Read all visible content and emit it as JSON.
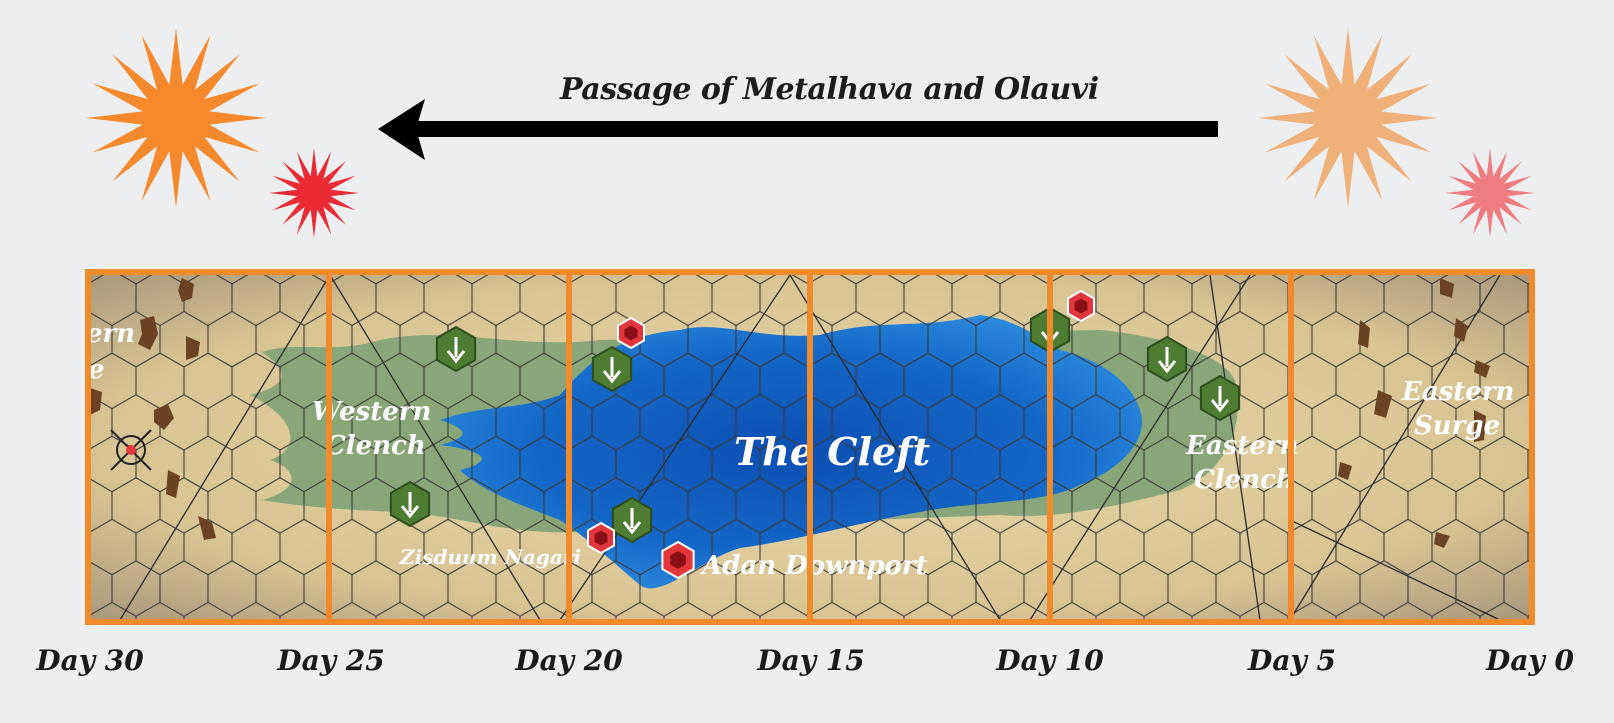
{
  "header": {
    "title": "Passage of Metalhava and Olauvi",
    "direction_arrow": "arrow-left-icon"
  },
  "suns": [
    {
      "name": "sun-large-past",
      "color": "#f5892c",
      "icon": "sun-burst-icon"
    },
    {
      "name": "sun-small-past",
      "color": "#ea2b36",
      "icon": "sun-burst-icon"
    },
    {
      "name": "sun-large-future",
      "color": "#f0b07a",
      "icon": "sun-burst-icon"
    },
    {
      "name": "sun-small-future",
      "color": "#ee7c80",
      "icon": "sun-burst-icon"
    }
  ],
  "map": {
    "panel_border_color": "#f08a2a",
    "terrain_color": "#dcc79a",
    "water_color": "#1466c6",
    "marsh_color": "#7aa072",
    "region_labels": {
      "western_edge": "ern",
      "western_edge_2": "e",
      "western_clench": "Western Clench",
      "zisduum": "Zisduum Nagari",
      "the_cleft": "The Cleft",
      "adan": "Adan Downport",
      "eastern_clench": "Eastern Clench",
      "eastern_surge": "Eastern Surge"
    },
    "markers": {
      "green_unit_icon": "down-arrow-hex-icon",
      "red_unit_icon": "red-hex-icon",
      "target_icon": "crosshair-icon",
      "green_color": "#4e7c32",
      "red_color": "#e3363c"
    }
  },
  "timeline": {
    "days": [
      "Day 30",
      "Day 25",
      "Day 20",
      "Day 15",
      "Day 10",
      "Day 5",
      "Day 0"
    ]
  }
}
